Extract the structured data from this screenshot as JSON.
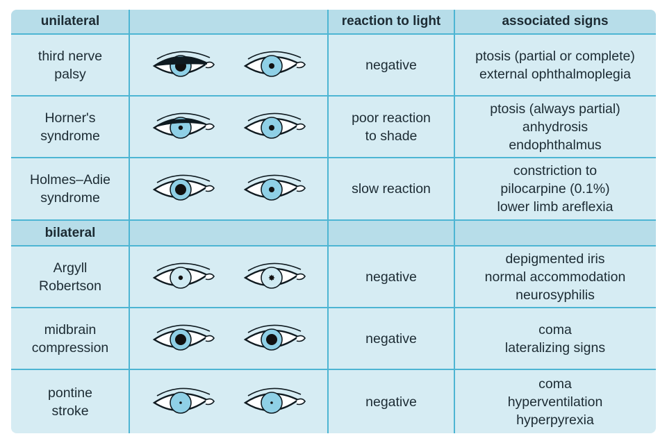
{
  "header": {
    "col1": "unilateral",
    "col2": "",
    "col3": "reaction to light",
    "col4": "associated signs"
  },
  "section_bilateral": "bilateral",
  "rows": [
    {
      "condition": [
        "third nerve",
        "palsy"
      ],
      "reaction": [
        "negative"
      ],
      "signs": [
        "ptosis (partial or complete)",
        "external ophthalmoplegia"
      ],
      "left_eye": "dilated-ptosis",
      "right_eye": "normal"
    },
    {
      "condition": [
        "Horner's",
        "syndrome"
      ],
      "reaction": [
        "poor reaction",
        "to shade"
      ],
      "signs": [
        "ptosis (always partial)",
        "anhydrosis",
        "endophthalmus"
      ],
      "left_eye": "small-ptosis",
      "right_eye": "normal"
    },
    {
      "condition": [
        "Holmes–Adie",
        "syndrome"
      ],
      "reaction": [
        "slow reaction"
      ],
      "signs": [
        "constriction to",
        "pilocarpine (0.1%)",
        "lower limb areflexia"
      ],
      "left_eye": "dilated",
      "right_eye": "normal"
    },
    {
      "condition": [
        "Argyll",
        "Robertson"
      ],
      "reaction": [
        "negative"
      ],
      "signs": [
        "depigmented iris",
        "normal accommodation",
        "neurosyphilis"
      ],
      "left_eye": "small-pale",
      "right_eye": "irregular-pale"
    },
    {
      "condition": [
        "midbrain",
        "compression"
      ],
      "reaction": [
        "negative"
      ],
      "signs": [
        "coma",
        "lateralizing signs"
      ],
      "left_eye": "dilated",
      "right_eye": "dilated"
    },
    {
      "condition": [
        "pontine",
        "stroke"
      ],
      "reaction": [
        "negative"
      ],
      "signs": [
        "coma",
        "hyperventilation",
        "hyperpyrexia"
      ],
      "left_eye": "pinpoint",
      "right_eye": "pinpoint"
    }
  ],
  "colors": {
    "background": "#d6ecf3",
    "header": "#b7dde9",
    "grid": "#4db5d3",
    "iris": "#8fd0e6",
    "pupil": "#111111"
  }
}
